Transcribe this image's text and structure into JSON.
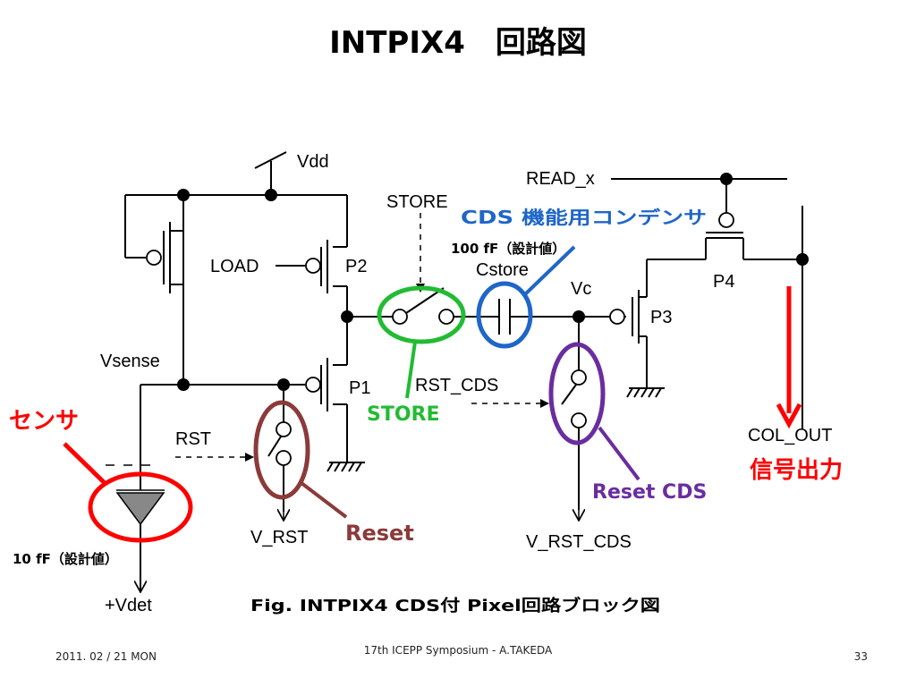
{
  "slide": {
    "title": "INTPIX4　回路図",
    "caption": "Fig. INTPIX4 CDS付 Pixel回路ブロック図"
  },
  "footer": {
    "date": "2011. 02 / 21 MON",
    "conference": "17th ICEPP Symposium - A.TAKEDA",
    "page": "33"
  },
  "circuit_labels": {
    "vdd": "Vdd",
    "load": "LOAD",
    "p2": "P2",
    "p1": "P1",
    "vsense": "Vsense",
    "rst": "RST",
    "v_rst": "V_RST",
    "vdet": "+Vdet",
    "store": "STORE",
    "cstore": "Cstore",
    "vc": "Vc",
    "p3": "P3",
    "rst_cds": "RST_CDS",
    "v_rst_cds": "V_RST_CDS",
    "read_x": "READ_x",
    "p4": "P4",
    "col_out": "COL_OUT"
  },
  "annotations": {
    "sensor": "センサ",
    "sensor_cap": "10 fF（設計値）",
    "cds_cap_title": "CDS 機能用コンデンサ",
    "cds_cap_value": "100 fF（設計値）",
    "store": "STORE",
    "reset": "Reset",
    "reset_cds": "Reset CDS",
    "signal_out": "信号出力"
  },
  "colors": {
    "sensor": "#ff0000",
    "store": "#22bb33",
    "cds": "#1e66c8",
    "reset": "#8b3a3a",
    "reset_cds": "#6a2da0",
    "signal_out": "#ff0000",
    "annotation_text": "#1e66c8"
  }
}
